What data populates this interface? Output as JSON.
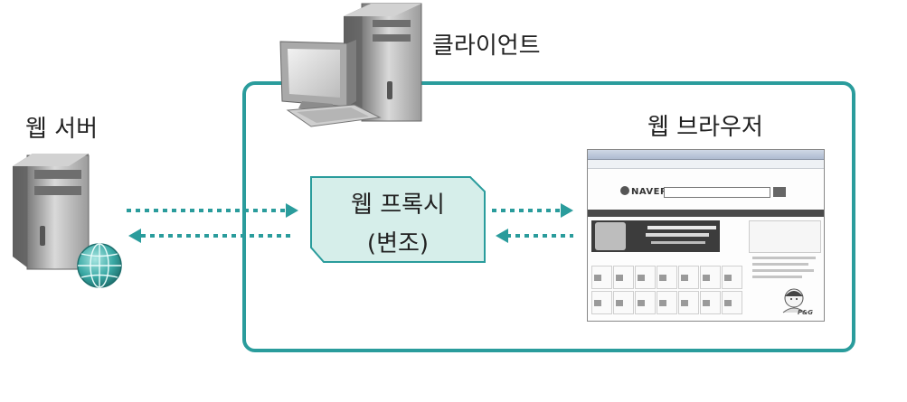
{
  "nodes": {
    "client": "클라이언트",
    "web_server": "웹 서버",
    "web_browser": "웹 브라우저",
    "proxy_line1": "웹 프록시",
    "proxy_line2": "(변조)"
  },
  "browser_screenshot": {
    "logo": "NAVER",
    "ad_badge": "P&G"
  },
  "colors": {
    "accent": "#2a9c9c",
    "proxy_fill": "#d6eeea"
  },
  "icons": [
    "desktop-computer-icon",
    "server-tower-icon",
    "globe-icon"
  ]
}
